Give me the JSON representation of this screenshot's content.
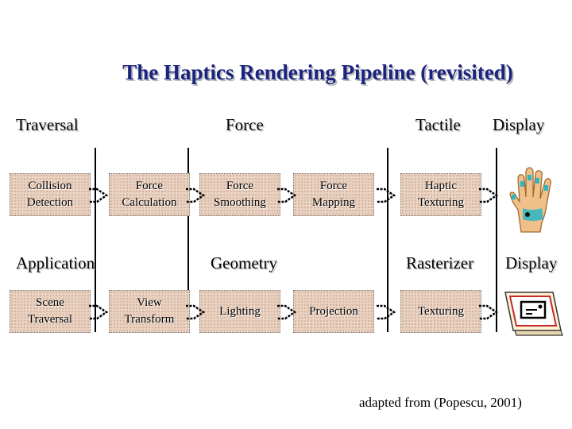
{
  "title": "The Haptics Rendering Pipeline (revisited)",
  "haptic_row": {
    "stage_headers": [
      "Traversal",
      "Force",
      "Tactile",
      "Display"
    ],
    "boxes": [
      [
        "Collision",
        "Detection"
      ],
      [
        "Force",
        "Calculation"
      ],
      [
        "Force",
        "Smoothing"
      ],
      [
        "Force",
        "Mapping"
      ],
      [
        "Haptic",
        "Texturing"
      ]
    ],
    "display_icon": "haptic-glove-hand-icon"
  },
  "graphics_row": {
    "stage_headers": [
      "Application",
      "Geometry",
      "Rasterizer",
      "Display"
    ],
    "boxes": [
      [
        "Scene",
        "Traversal"
      ],
      [
        "View",
        "Transform"
      ],
      [
        "Lighting"
      ],
      [
        "Projection"
      ],
      [
        "Texturing"
      ]
    ],
    "display_icon": "computer-monitor-icon"
  },
  "credit": "adapted from (Popescu, 2001)",
  "colors": {
    "title": "#1a237e",
    "box_fill": "#e9cfbd",
    "hand": "#f0c08a",
    "glove_marker": "#2bb6c6",
    "monitor": "#c62828"
  }
}
